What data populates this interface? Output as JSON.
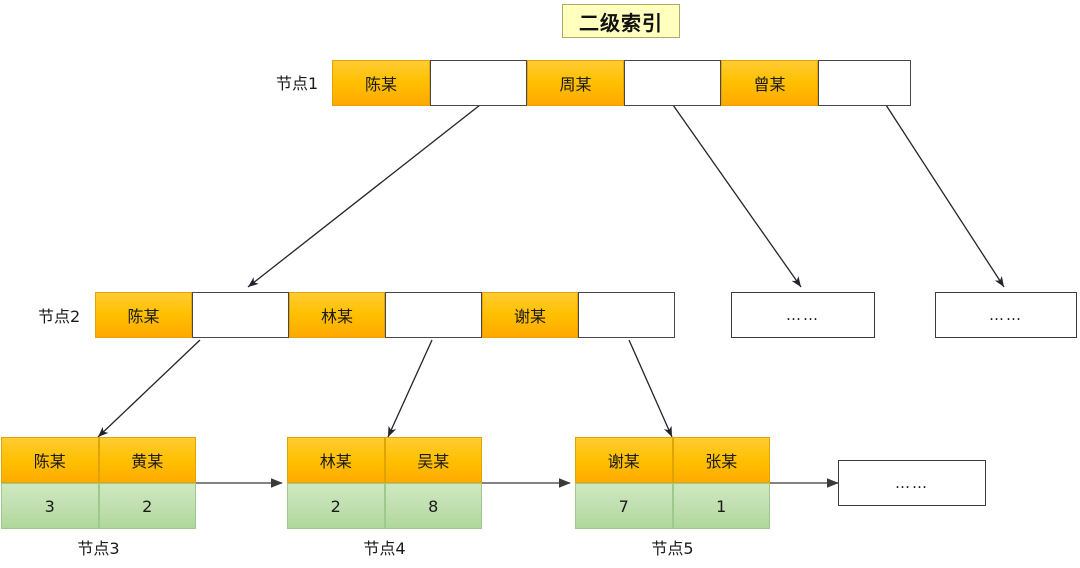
{
  "title": "二级索引",
  "levels": {
    "level1": {
      "label": "节点1",
      "cells": [
        {
          "text": "陈某",
          "type": "key"
        },
        {
          "text": "",
          "type": "pointer"
        },
        {
          "text": "周某",
          "type": "key"
        },
        {
          "text": "",
          "type": "pointer"
        },
        {
          "text": "曾某",
          "type": "key"
        },
        {
          "text": "",
          "type": "pointer"
        }
      ]
    },
    "level2": {
      "label": "节点2",
      "cells": [
        {
          "text": "陈某",
          "type": "key"
        },
        {
          "text": "",
          "type": "pointer"
        },
        {
          "text": "林某",
          "type": "key"
        },
        {
          "text": "",
          "type": "pointer"
        },
        {
          "text": "谢某",
          "type": "key"
        },
        {
          "text": "",
          "type": "pointer"
        }
      ],
      "ellipsis_nodes": [
        {
          "text": "……"
        },
        {
          "text": "……"
        }
      ]
    },
    "level3": {
      "nodes": [
        {
          "label": "节点3",
          "keys": [
            "陈某",
            "黄某"
          ],
          "values": [
            "3",
            "2"
          ]
        },
        {
          "label": "节点4",
          "keys": [
            "林某",
            "吴某"
          ],
          "values": [
            "2",
            "8"
          ]
        },
        {
          "label": "节点5",
          "keys": [
            "谢某",
            "张某"
          ],
          "values": [
            "7",
            "1"
          ]
        }
      ],
      "ellipsis_node": {
        "text": "……"
      }
    }
  },
  "colors": {
    "title_bg": "#ffffbe",
    "title_border": "#b0a96a",
    "key_cell": "#ffc000",
    "value_cell": "#bfdfae",
    "pointer_cell": "#ffffff",
    "edge_line": "#3b3b4a",
    "leaf_link": "#595959"
  }
}
